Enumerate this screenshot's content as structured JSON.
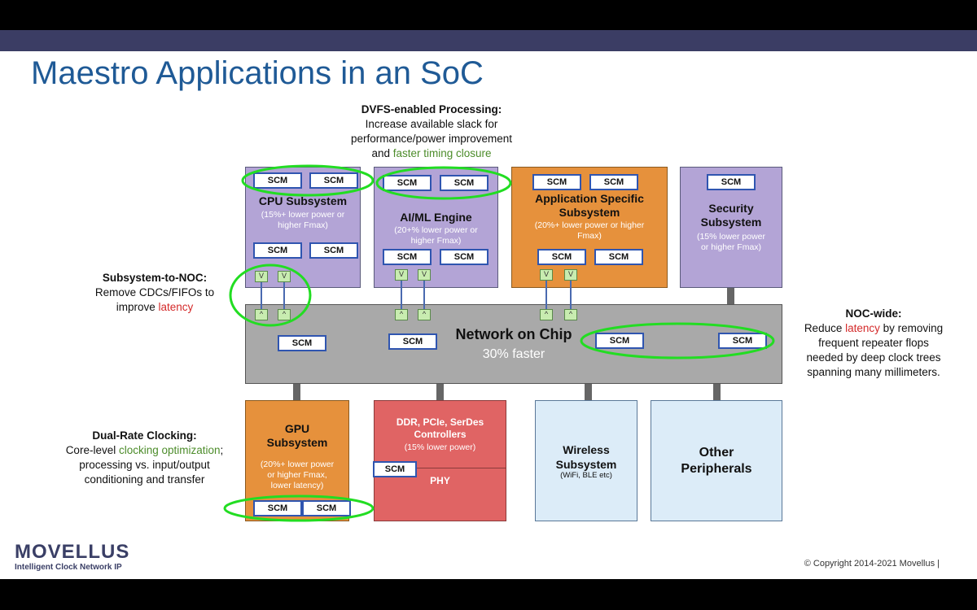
{
  "title": "Maestro Applications in an SoC",
  "scm_label": "SCM",
  "notes": {
    "dvfs": {
      "heading": "DVFS-enabled Processing:",
      "line1": "Increase available slack for",
      "line2": "performance/power improvement",
      "line3a": "and ",
      "line3b": "faster timing closure"
    },
    "subsys_noc": {
      "heading": "Subsystem-to-NOC:",
      "line1": "Remove CDCs/FIFOs to",
      "line2a": "improve ",
      "line2b": "latency"
    },
    "noc_wide": {
      "heading": "NOC-wide:",
      "line1a": "Reduce ",
      "line1b": "latency",
      "line1c": " by removing",
      "line2": "frequent repeater flops",
      "line3": "needed by deep clock trees",
      "line4": "spanning many millimeters."
    },
    "dual_rate": {
      "heading": "Dual-Rate Clocking:",
      "line1a": "Core-level ",
      "line1b": "clocking optimization",
      "line1c": ";",
      "line2": "processing vs. input/output",
      "line3": "conditioning and transfer"
    }
  },
  "blocks": {
    "cpu": {
      "title": "CPU Subsystem",
      "sub1": "(15%+ lower power or",
      "sub2": "higher Fmax)"
    },
    "aiml": {
      "title": "AI/ML Engine",
      "sub1": "(20+% lower power or",
      "sub2": "higher Fmax)"
    },
    "app": {
      "title1": "Application Specific",
      "title2": "Subsystem",
      "sub1": "(20%+ lower power or higher",
      "sub2": "Fmax)"
    },
    "security": {
      "title1": "Security",
      "title2": "Subsystem",
      "sub1": "(15% lower power",
      "sub2": "or higher Fmax)"
    },
    "noc": {
      "title": "Network on Chip",
      "sub": "30% faster"
    },
    "gpu": {
      "title1": "GPU",
      "title2": "Subsystem",
      "sub1": "(20%+ lower power",
      "sub2": "or higher Fmax,",
      "sub3": "lower latency)"
    },
    "ddr": {
      "title1": "DDR, PCIe, SerDes",
      "title2": "Controllers",
      "sub": "(15% lower power)",
      "phy": "PHY"
    },
    "wireless": {
      "title1": "Wireless",
      "title2": "Subsystem",
      "sub": "(WiFi, BLE  etc)"
    },
    "other": {
      "title1": "Other",
      "title2": "Peripherals"
    }
  },
  "port_glyphs": {
    "down": "V",
    "up": "^"
  },
  "logo": {
    "name": "MOVELLUS",
    "tagline": "Intelligent Clock Network IP"
  },
  "copyright": "© Copyright 2014-2021 Movellus |",
  "colors": {
    "title": "#1f5a96",
    "green_highlight": "#22dd22",
    "accent_green_text": "#4c8c2a",
    "accent_red_text": "#d42a2a"
  }
}
